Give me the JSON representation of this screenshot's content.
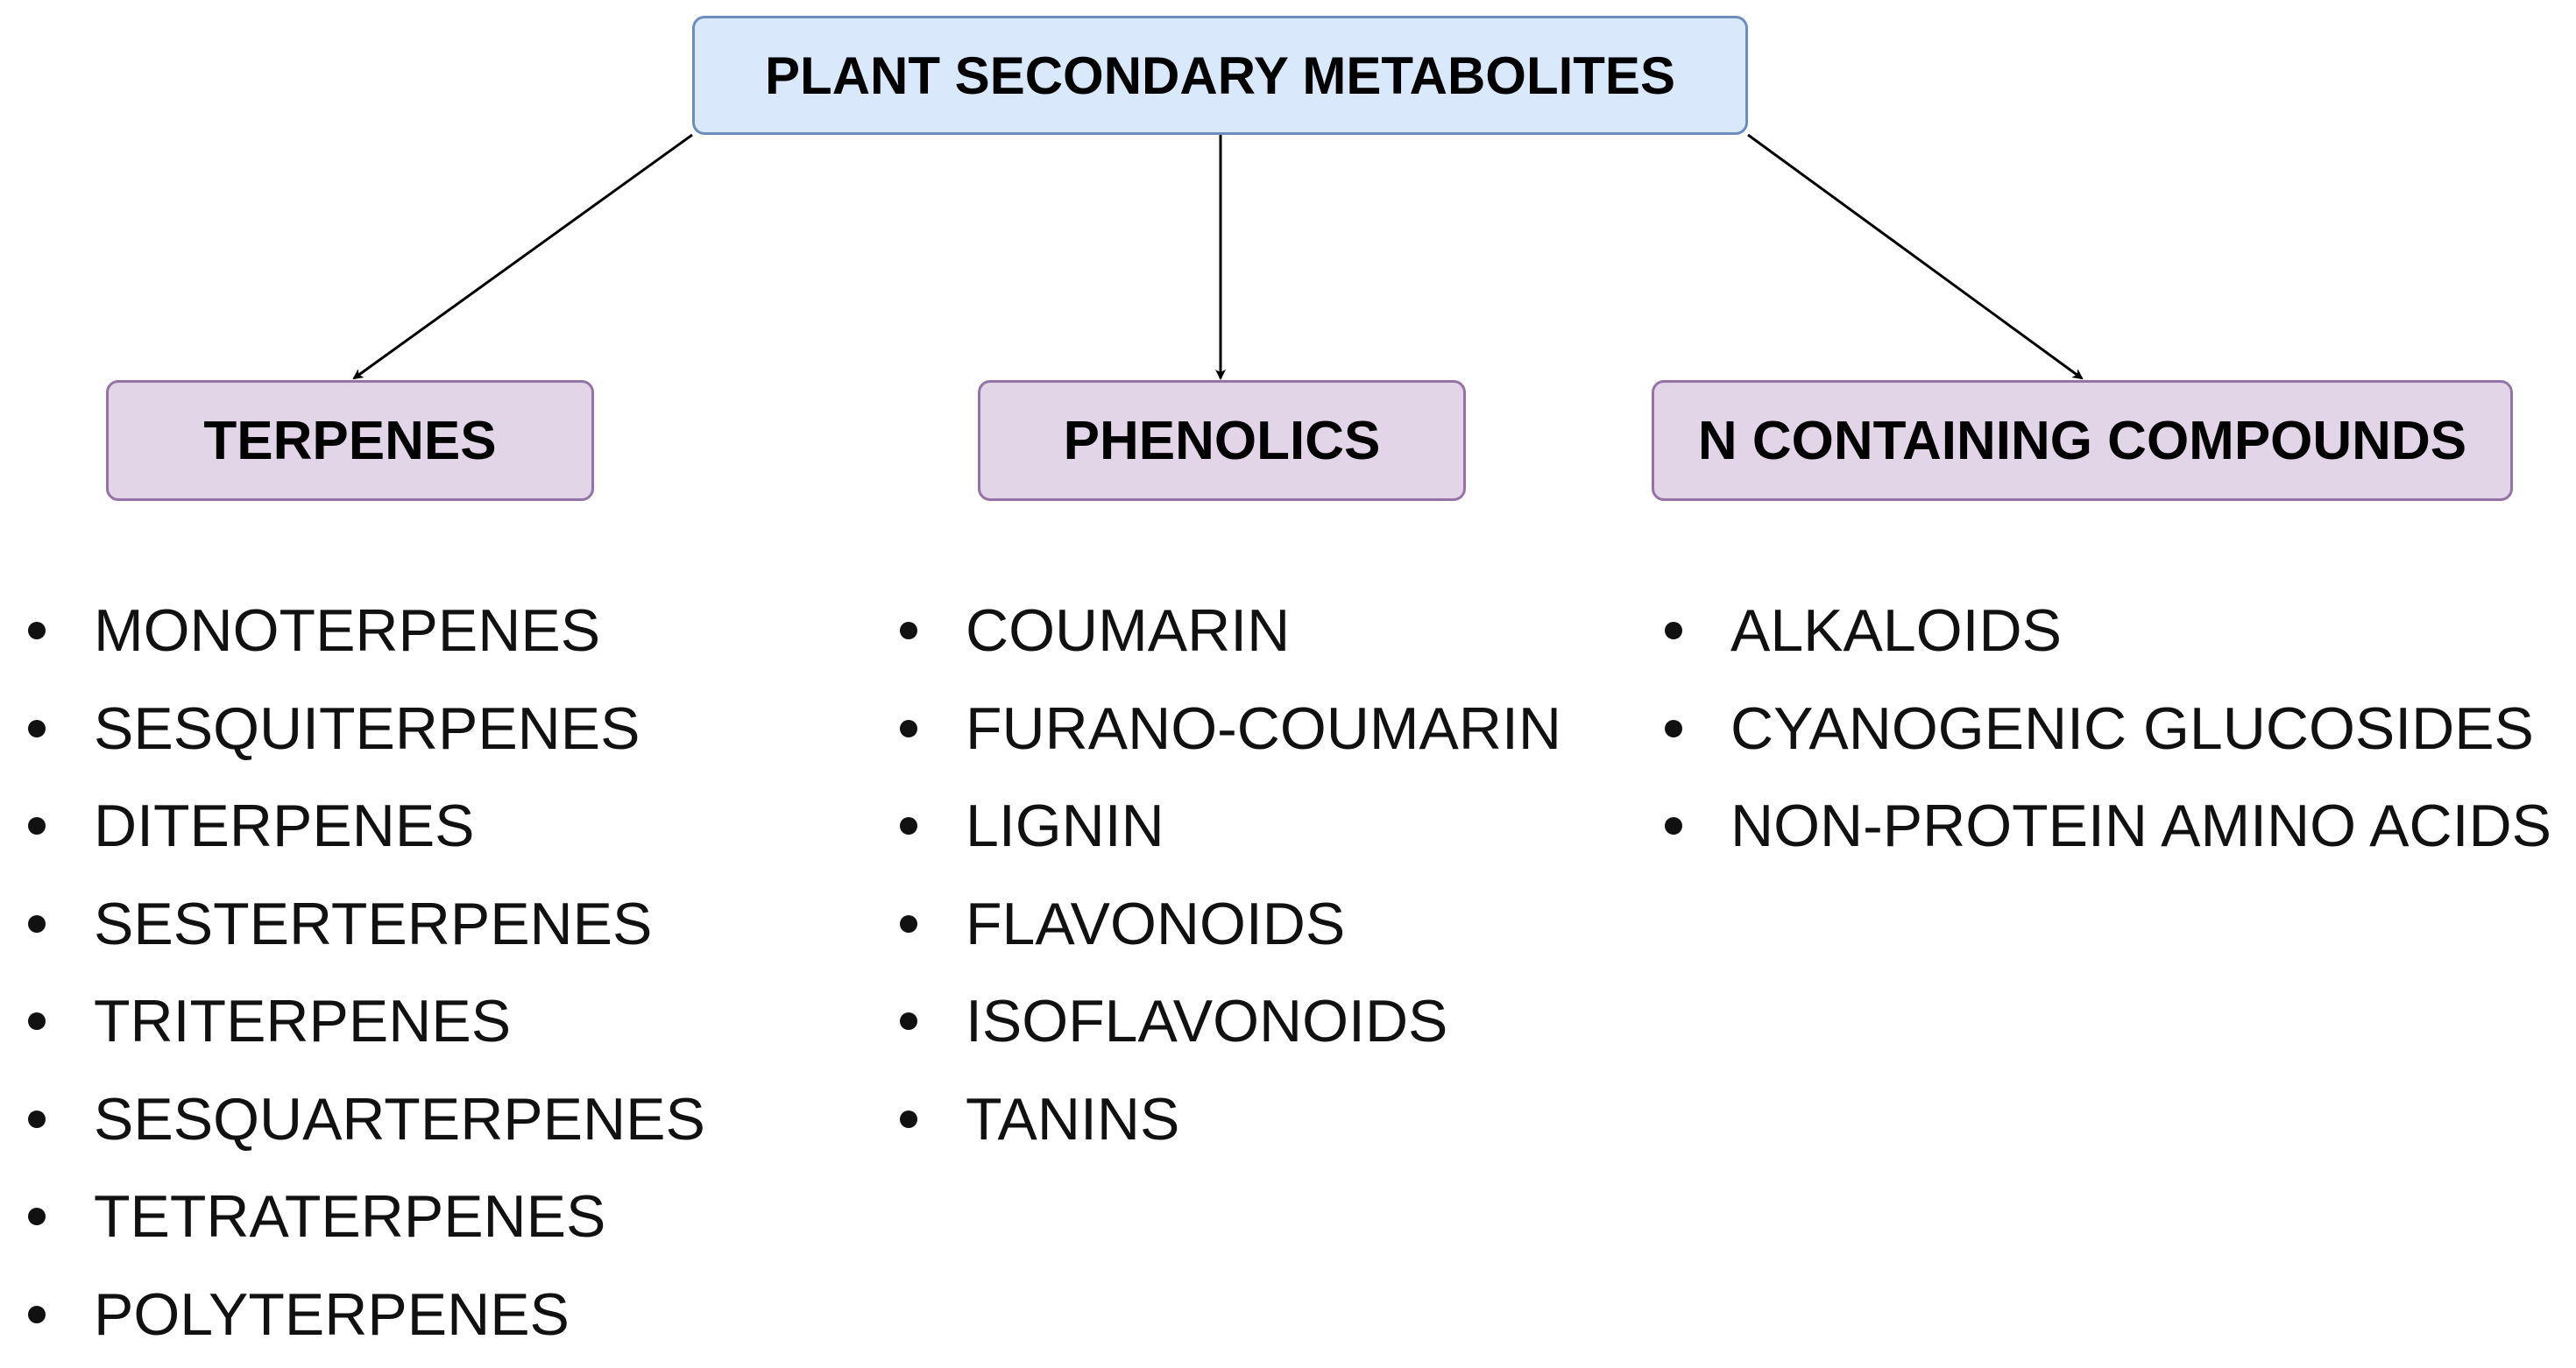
{
  "root": {
    "label": "PLANT SECONDARY METABOLITES"
  },
  "categories": [
    {
      "label": "TERPENES",
      "members": [
        "MONOTERPENES",
        "SESQUITERPENES",
        "DITERPENES",
        "SESTERTERPENES",
        "TRITERPENES",
        "SESQUARTERPENES",
        "TETRATERPENES",
        "POLYTERPENES"
      ]
    },
    {
      "label": "PHENOLICS",
      "members": [
        "COUMARIN",
        "FURANO-COUMARIN",
        "LIGNIN",
        "FLAVONOIDS",
        "ISOFLAVONOIDS",
        "TANINS"
      ]
    },
    {
      "label": "N CONTAINING COMPOUNDS",
      "members": [
        "ALKALOIDS",
        "CYANOGENIC GLUCOSIDES",
        "NON-PROTEIN AMINO ACIDS"
      ]
    }
  ],
  "colors": {
    "root_fill": "#dae8fc",
    "root_border": "#6c8ebf",
    "category_fill": "#e1d5e7",
    "category_border": "#9673a6",
    "arrow": "#000000"
  }
}
